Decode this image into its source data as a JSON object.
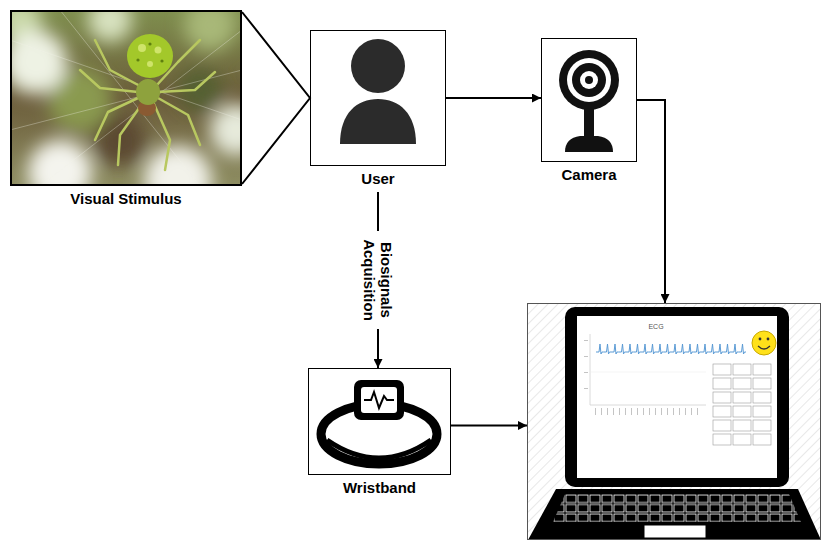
{
  "diagram": {
    "nodes": [
      {
        "text": [
          "Visual Stimulus"
        ]
      },
      {
        "text": [
          "User"
        ]
      },
      {
        "text": [
          "Camera"
        ]
      },
      {
        "text": [
          "Wristband"
        ]
      },
      {
        "text": [
          "ECG"
        ]
      }
    ],
    "edges": [
      {
        "from": 0,
        "to": 1,
        "arrow": "none"
      },
      {
        "from": 1,
        "to": 2,
        "arrow": "to"
      },
      {
        "from": 2,
        "to": 4,
        "arrow": "to"
      },
      {
        "from": 1,
        "to": 3,
        "arrow": "to",
        "label": "Biosignals Acquisition"
      },
      {
        "from": 3,
        "to": 4,
        "arrow": "to"
      }
    ]
  }
}
